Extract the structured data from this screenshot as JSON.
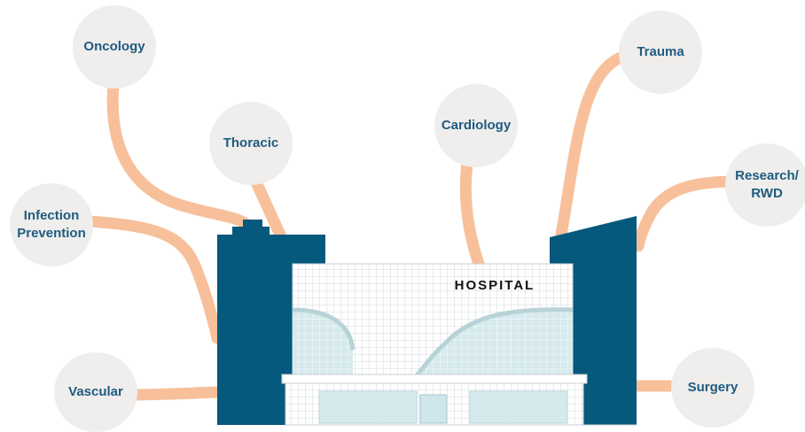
{
  "hospital": {
    "sign": "HOSPITAL"
  },
  "specialties": [
    {
      "id": "oncology",
      "label": "Oncology"
    },
    {
      "id": "thoracic",
      "label": "Thoracic"
    },
    {
      "id": "infection-prevention",
      "label": "Infection\nPrevention"
    },
    {
      "id": "vascular",
      "label": "Vascular"
    },
    {
      "id": "cardiology",
      "label": "Cardiology"
    },
    {
      "id": "trauma",
      "label": "Trauma"
    },
    {
      "id": "research-rwd",
      "label": "Research/\nRWD"
    },
    {
      "id": "surgery",
      "label": "Surgery"
    }
  ],
  "colors": {
    "connector": "#f7c09b",
    "node_fill": "#efeeec",
    "node_text": "#1f5b80",
    "building_dark": "#05597d",
    "glass": "#cfe6ea"
  }
}
